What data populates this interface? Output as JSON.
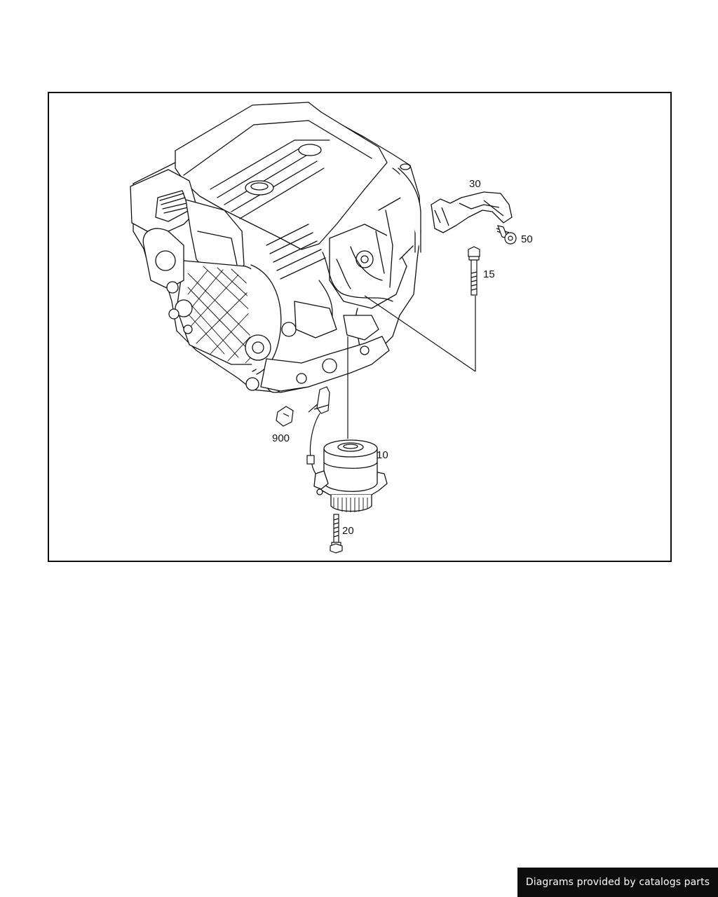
{
  "diagram": {
    "subject": "engine-mount-assembly",
    "callouts": {
      "part_30": "30",
      "part_50": "50",
      "part_15": "15",
      "part_10": "10",
      "part_900": "900",
      "part_20": "20"
    }
  },
  "footer": {
    "credit_text": "Diagrams provided by catalogs parts"
  },
  "colors": {
    "line": "#111111",
    "background": "#ffffff",
    "banner": "#0d0d0d",
    "banner_text": "#ffffff"
  }
}
